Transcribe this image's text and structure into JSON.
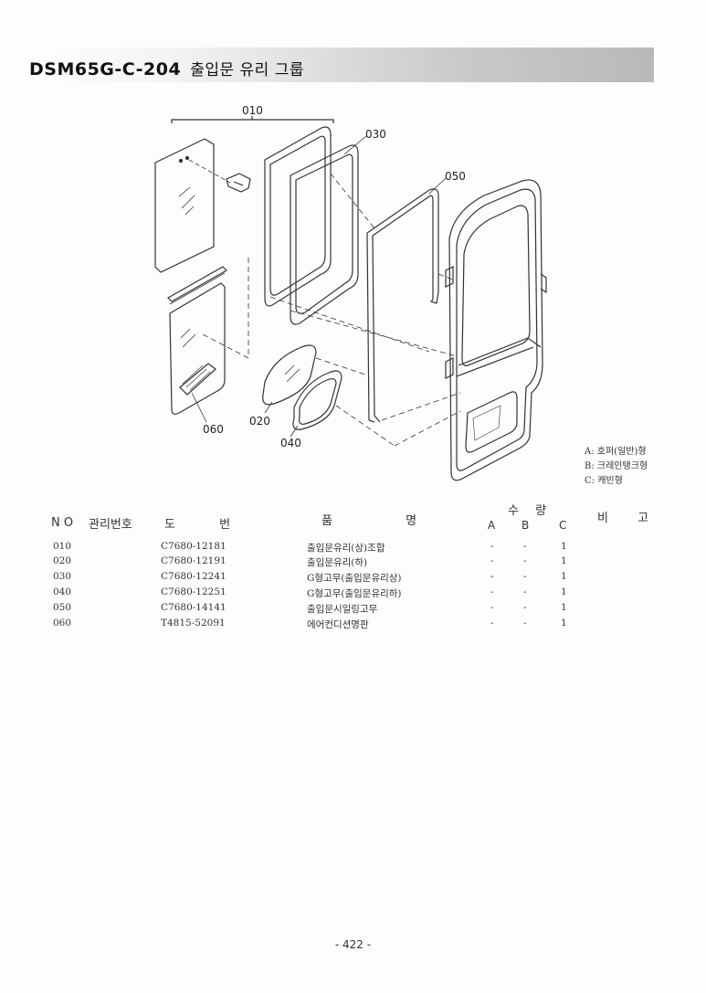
{
  "header": {
    "code": "DSM65G-C-204",
    "subtitle": "출입문 유리 그룹"
  },
  "callouts": [
    "010",
    "030",
    "050",
    "060",
    "020",
    "040"
  ],
  "legend": [
    "A: 호퍼(일반)형",
    "B: 크레인탱크형",
    "C: 캐빈형"
  ],
  "table": {
    "headers": {
      "no": "N O",
      "mgmt": "관리번호",
      "drawing": "도 번",
      "name": "품 명",
      "qty": "수 량",
      "a": "A",
      "b": "B",
      "c": "C",
      "remark": "비 고"
    },
    "rows": [
      {
        "no": "010",
        "drawing": "C7680-12181",
        "name": "출입문유리(상)조합",
        "a": "-",
        "b": "-",
        "c": "1"
      },
      {
        "no": "020",
        "drawing": "C7680-12191",
        "name": "출입문유리(하)",
        "a": "-",
        "b": "-",
        "c": "1"
      },
      {
        "no": "030",
        "drawing": "C7680-12241",
        "name": "G형고무(출입문유리상)",
        "a": "-",
        "b": "-",
        "c": "1"
      },
      {
        "no": "040",
        "drawing": "C7680-12251",
        "name": "G형고무(출입문유리하)",
        "a": "-",
        "b": "-",
        "c": "1"
      },
      {
        "no": "050",
        "drawing": "C7680-14141",
        "name": "출입문시일링고무",
        "a": "-",
        "b": "-",
        "c": "1"
      },
      {
        "no": "060",
        "drawing": "T4815-52091",
        "name": "에어컨디션명판",
        "a": "-",
        "b": "-",
        "c": "1"
      }
    ]
  },
  "page_number": "- 422 -"
}
